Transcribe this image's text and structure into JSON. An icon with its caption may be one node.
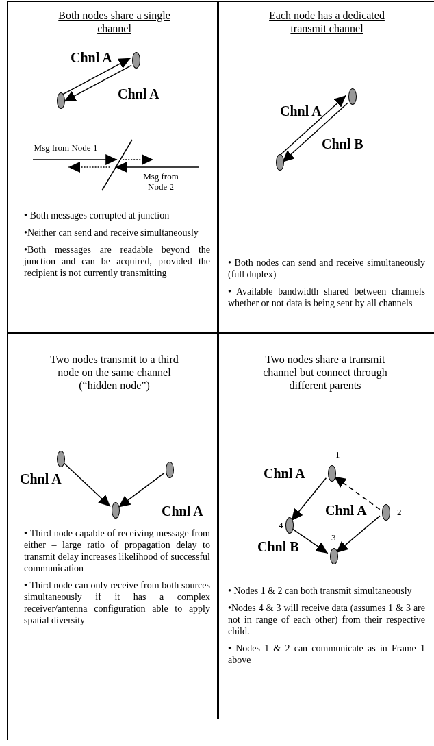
{
  "diagram": {
    "nodes": [
      {
        "text": [
          "Both nodes share a single channel",
          "• Both messages corrupted at junction",
          "•Neither can send and receive simultaneously",
          "•Both messages are readable beyond the junction and can be acquired, provided the recipient is not currently transmitting"
        ]
      },
      {
        "text": [],
        "shape": "circle",
        "in": 0
      },
      {
        "text": [],
        "shape": "circle",
        "in": 0
      },
      {
        "text": [],
        "shape": "bar",
        "in": 0
      },
      {
        "text": [
          "Each node has a dedicated transmit channel",
          "• Both nodes can send and receive simultaneously (full duplex)",
          "• Available bandwidth shared between channels whether or not data is being sent by all channels"
        ]
      },
      {
        "text": [],
        "shape": "circle",
        "in": 4
      },
      {
        "text": [],
        "shape": "circle",
        "in": 4
      },
      {
        "text": [
          "Two nodes transmit to a third node on the same channel (“hidden node”)",
          "• Third node capable of receiving message from either – large ratio of propagation delay to transmit delay increases likelihood of successful communication",
          "• Third node can only receive from both sources simultaneously if it has a complex receiver/antenna configuration able to apply spatial diversity"
        ]
      },
      {
        "text": [],
        "shape": "circle",
        "in": 7
      },
      {
        "text": [],
        "shape": "circle",
        "in": 7
      },
      {
        "text": [],
        "shape": "circle",
        "in": 7
      },
      {
        "text": [
          "Two nodes share a transmit channel but connect through different parents",
          "• Nodes 1 & 2 can both transmit simultaneously",
          "•Nodes 4 & 3 will receive data (assumes 1 & 3 are not in range of each other) from their respective child.",
          "• Nodes 1 & 2 can communicate as in Frame 1 above"
        ]
      },
      {
        "text": [],
        "shape": "circle",
        "in": 11,
        "beside": [
          "1"
        ]
      },
      {
        "text": [],
        "shape": "circle",
        "in": 11,
        "beside": [
          "2"
        ]
      },
      {
        "text": [],
        "shape": "circle",
        "in": 11,
        "beside": [
          "4"
        ]
      },
      {
        "text": [],
        "shape": "circle",
        "in": 11,
        "beside": [
          "3"
        ]
      }
    ],
    "edges": [
      {
        "from": 2,
        "to": 1,
        "arrow": "to",
        "label": "Chnl A"
      },
      {
        "from": 1,
        "to": 2,
        "arrow": "to",
        "label": "Chnl A"
      },
      {
        "from": null,
        "to": 3,
        "arrow": "to",
        "label": "Msg from Node 1"
      },
      {
        "from": 3,
        "to": null,
        "arrow": "to",
        "style": "dashed"
      },
      {
        "from": null,
        "to": 3,
        "arrow": "to",
        "label": "Msg from Node 2"
      },
      {
        "from": 3,
        "to": null,
        "arrow": "to",
        "style": "dashed"
      },
      {
        "from": 6,
        "to": 5,
        "arrow": "to",
        "label": "Chnl A"
      },
      {
        "from": 5,
        "to": 6,
        "arrow": "to",
        "label": "Chnl B"
      },
      {
        "from": 8,
        "to": 10,
        "arrow": "to",
        "label": "Chnl A"
      },
      {
        "from": 9,
        "to": 10,
        "arrow": "to",
        "label": "Chnl A"
      },
      {
        "from": 12,
        "to": 14,
        "arrow": "to",
        "label": "Chnl A"
      },
      {
        "from": 13,
        "to": 12,
        "arrow": "to",
        "style": "dashed"
      },
      {
        "from": 13,
        "to": 15,
        "arrow": "to",
        "label": "Chnl A"
      },
      {
        "from": 14,
        "to": 15,
        "arrow": "to",
        "label": "Chnl B"
      }
    ]
  }
}
